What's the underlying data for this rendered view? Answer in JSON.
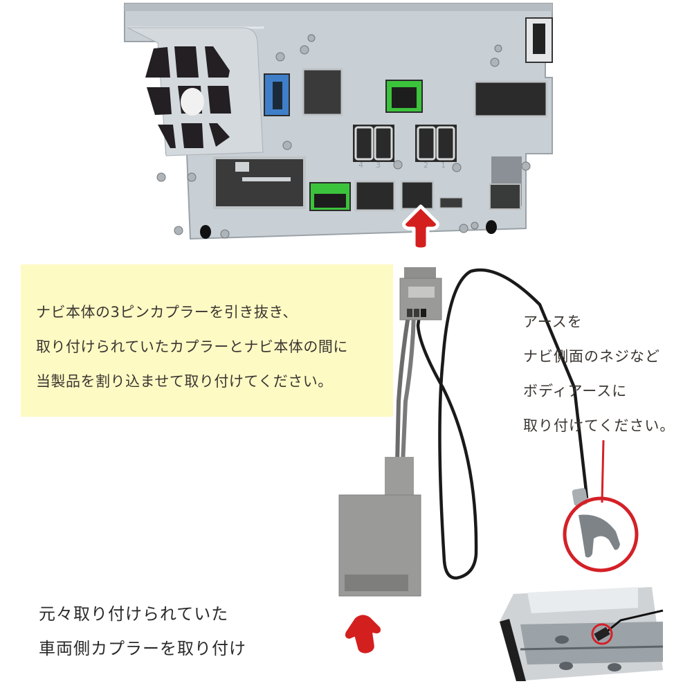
{
  "device_photo": {
    "label": "navi-unit-rear-panel",
    "port_numbers": [
      "4",
      "3",
      "2",
      "1"
    ]
  },
  "instruction_box": {
    "lines": [
      "ナビ本体の3ピンカプラーを引き抜き、",
      "取り付けられていたカプラーとナビ本体の間に",
      "当製品を割り込ませて取り付けてください。"
    ],
    "background": "#fefac4"
  },
  "ground_note": {
    "lines": [
      "アースを",
      "ナビ側面のネジなど",
      "ボディアースに",
      "取り付けてください。"
    ]
  },
  "vehicle_note": {
    "lines": [
      "元々取り付けられていた",
      "車両側カプラーを取り付け"
    ]
  },
  "colors": {
    "arrow_red": "#d41f1f",
    "highlight_circle": "#d42027",
    "panel_gray": "#c9d0d6",
    "connector_green": "#3cc33c",
    "connector_blue": "#3f7fc8",
    "coupler_gray": "#9a9a98",
    "text": "#3a3530"
  },
  "icons": {
    "top_arrow": "arrow-up-icon",
    "bottom_arrow": "arrow-up-icon",
    "ground_terminal": "fork-terminal-icon"
  }
}
